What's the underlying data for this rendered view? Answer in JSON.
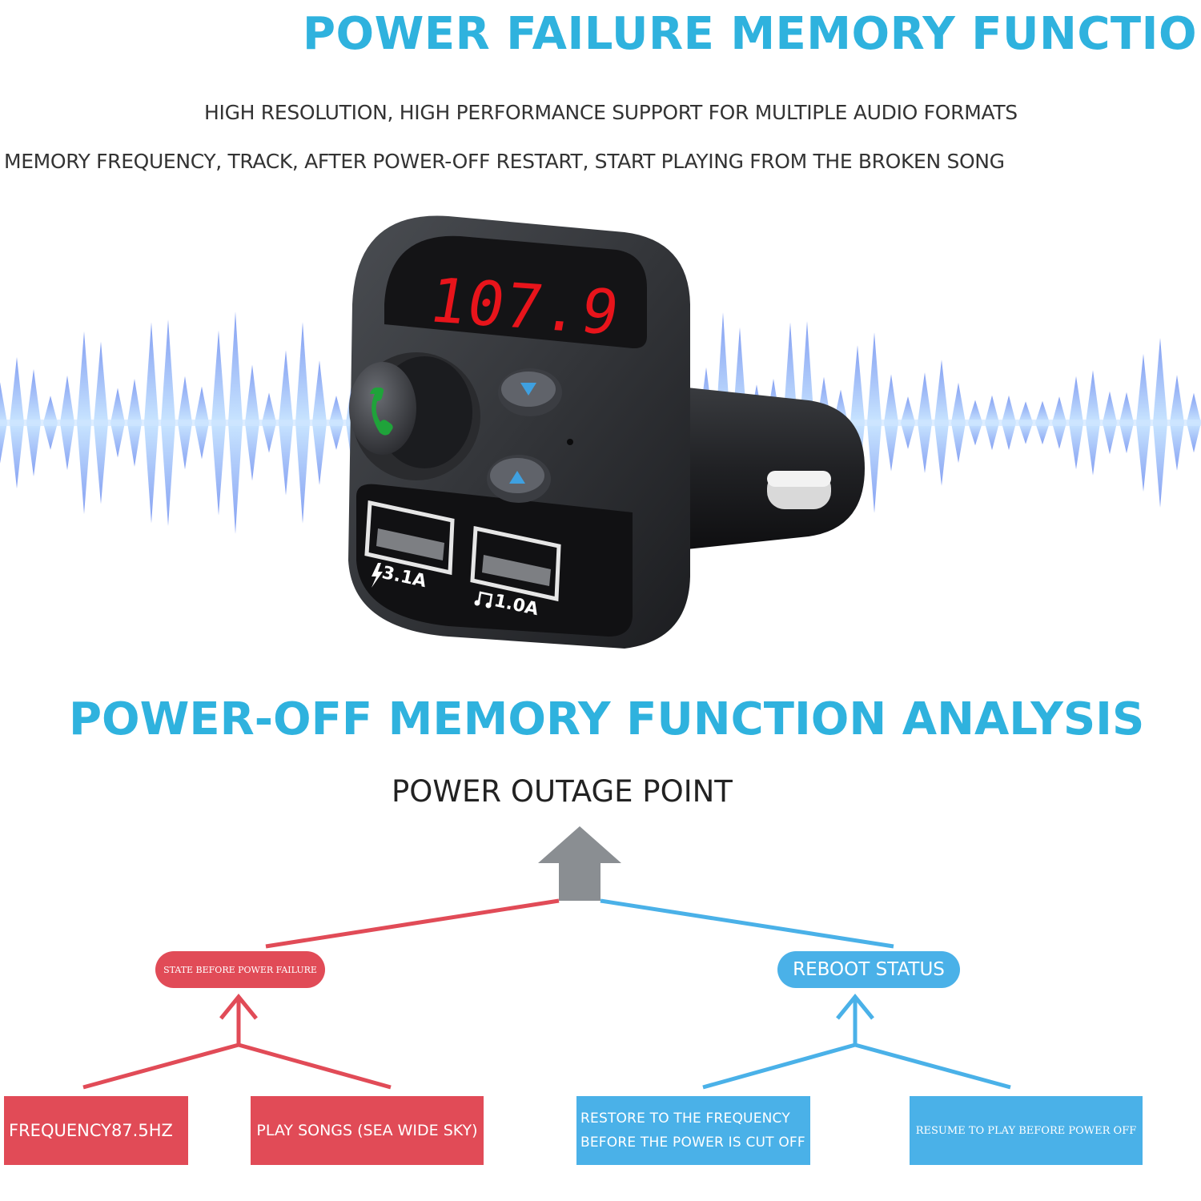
{
  "headings": {
    "title": "POWER FAILURE MEMORY FUNCTION",
    "subtitle_1": "HIGH RESOLUTION, HIGH PERFORMANCE SUPPORT FOR MULTIPLE AUDIO FORMATS",
    "subtitle_2": "MEMORY FREQUENCY, TRACK, AFTER POWER-OFF RESTART, START PLAYING FROM THE BROKEN SONG"
  },
  "device": {
    "display_value": "107.9",
    "port_left_label": "3.1A",
    "port_right_label": "1.0A"
  },
  "analysis": {
    "title": "POWER-OFF MEMORY FUNCTION ANALYSIS",
    "root_label": "POWER OUTAGE POINT",
    "left": {
      "label": "STATE BEFORE POWER FAILURE",
      "items": [
        "FREQUENCY87.5HZ",
        "PLAY SONGS (SEA WIDE SKY)"
      ]
    },
    "right": {
      "label": "REBOOT STATUS",
      "items": [
        "RESTORE TO THE FREQUENCY BEFORE THE POWER IS CUT OFF",
        "RESUME TO PLAY BEFORE POWER OFF"
      ]
    }
  },
  "colors": {
    "title_blue": "#2fb2de",
    "red": "#e14b57",
    "blue": "#4ab1e8",
    "gray_arrow": "#8a8e92",
    "display_red": "#e8141b"
  }
}
